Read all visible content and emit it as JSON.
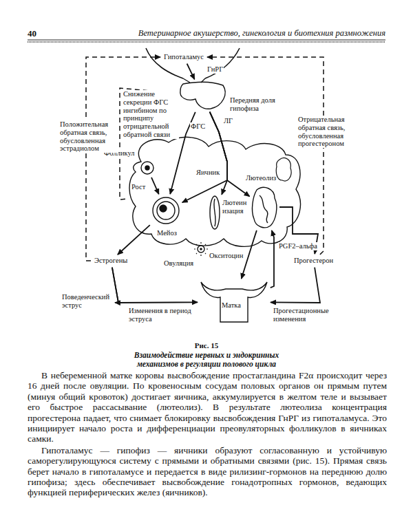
{
  "diagram": {
    "caption": "Взаимодействие нервных и эндокринных механизмов в регуляции полового цикла",
    "nodes": [
      {
        "text": [
          "Гипоталамус"
        ]
      },
      {
        "text": [
          "Передняя доля гипофиза"
        ]
      },
      {
        "text": [
          "Яичник"
        ]
      },
      {
        "text": [
          "Фолликул"
        ],
        "in": 2
      },
      {
        "text": [
          "Мейоз"
        ],
        "in": 2
      },
      {
        "text": [
          "Лютеинизация"
        ],
        "in": 2
      },
      {
        "text": [
          "Лютеолиз"
        ],
        "in": 2
      },
      {
        "text": [
          "Эстрогены"
        ]
      },
      {
        "text": [
          "Прогестерон"
        ]
      },
      {
        "text": [
          "Матка"
        ]
      },
      {
        "text": [
          "Поведенческий эструс"
        ]
      }
    ],
    "edges": [
      {
        "from": 0,
        "to": 1,
        "label": "ГнРГ",
        "arrow": "to"
      },
      {
        "from": 1,
        "to": 4,
        "label": "ФГС",
        "arrow": "to"
      },
      {
        "from": 1,
        "to": 4,
        "label": "ЛГ",
        "arrow": "to"
      },
      {
        "from": 1,
        "to": 5,
        "arrow": "to"
      },
      {
        "from": 1,
        "to": 6,
        "arrow": "to"
      },
      {
        "from": 3,
        "to": 4,
        "label": "Рост",
        "arrow": "to"
      },
      {
        "from": 4,
        "to": 7,
        "arrow": "to"
      },
      {
        "from": 6,
        "to": 8,
        "arrow": "to"
      },
      {
        "from": 6,
        "to": 9,
        "label": "Окситоцин",
        "arrow": "to"
      },
      {
        "from": 9,
        "to": 6,
        "label": "PGF2–альфа",
        "arrow": "to"
      },
      {
        "from": 7,
        "to": 9,
        "label": "Изменения в период эструса",
        "arrow": "to"
      },
      {
        "from": 7,
        "to": 10,
        "arrow": "to"
      },
      {
        "from": 8,
        "to": 9,
        "label": "Прогестационные изменения",
        "arrow": "to"
      },
      {
        "from": 7,
        "to": 0,
        "label": "Положительная обратная связь, обусловленная эстрадиолом",
        "arrow": "to"
      },
      {
        "from": 8,
        "to": 0,
        "label": "Отрицательная обратная связь, обусловленная прогестероном",
        "arrow": "to"
      },
      {
        "from": 2,
        "to": 1,
        "label": "Снижение секреции ФГС ингибином по принципу отрицательной обратной связи",
        "arrow": "to"
      }
    ],
    "labels": [
      "40",
      "Ветеринарное акушерство, гинекология и биотехния размножения",
      "Рис. 15",
      "Овуляция",
      "В небеременной матке коровы высвобождение простагландина F2α происходит через 16 дней после овуляции. По кровеносным сосудам половых органов он прямым путем (минуя общий кровоток) достигает яичника, аккумулируется в желтом теле и вызывает его быстрое рассасывание (лютеолиз). В результате лютеолиза концентрация прогестерона падает, что снимает блокировку высвобождения ГнРГ из гипоталамуса. Это инициирует начало роста и дифференциации преовуляторных фолликулов в яичниках самки.",
      "Гипоталамус — гипофиз — яичники образуют согласованную и устойчивую саморегулирующуюся систему с прямыми и обратными связями (рис. 15). Прямая связь берет начало в гипоталамусе и передается в виде рилизинг-гормонов на переднюю долю гипофиза; здесь обеспечивает высвобождение гонадотропных гормонов, ведающих функцией периферических желез (яичников)."
    ]
  }
}
